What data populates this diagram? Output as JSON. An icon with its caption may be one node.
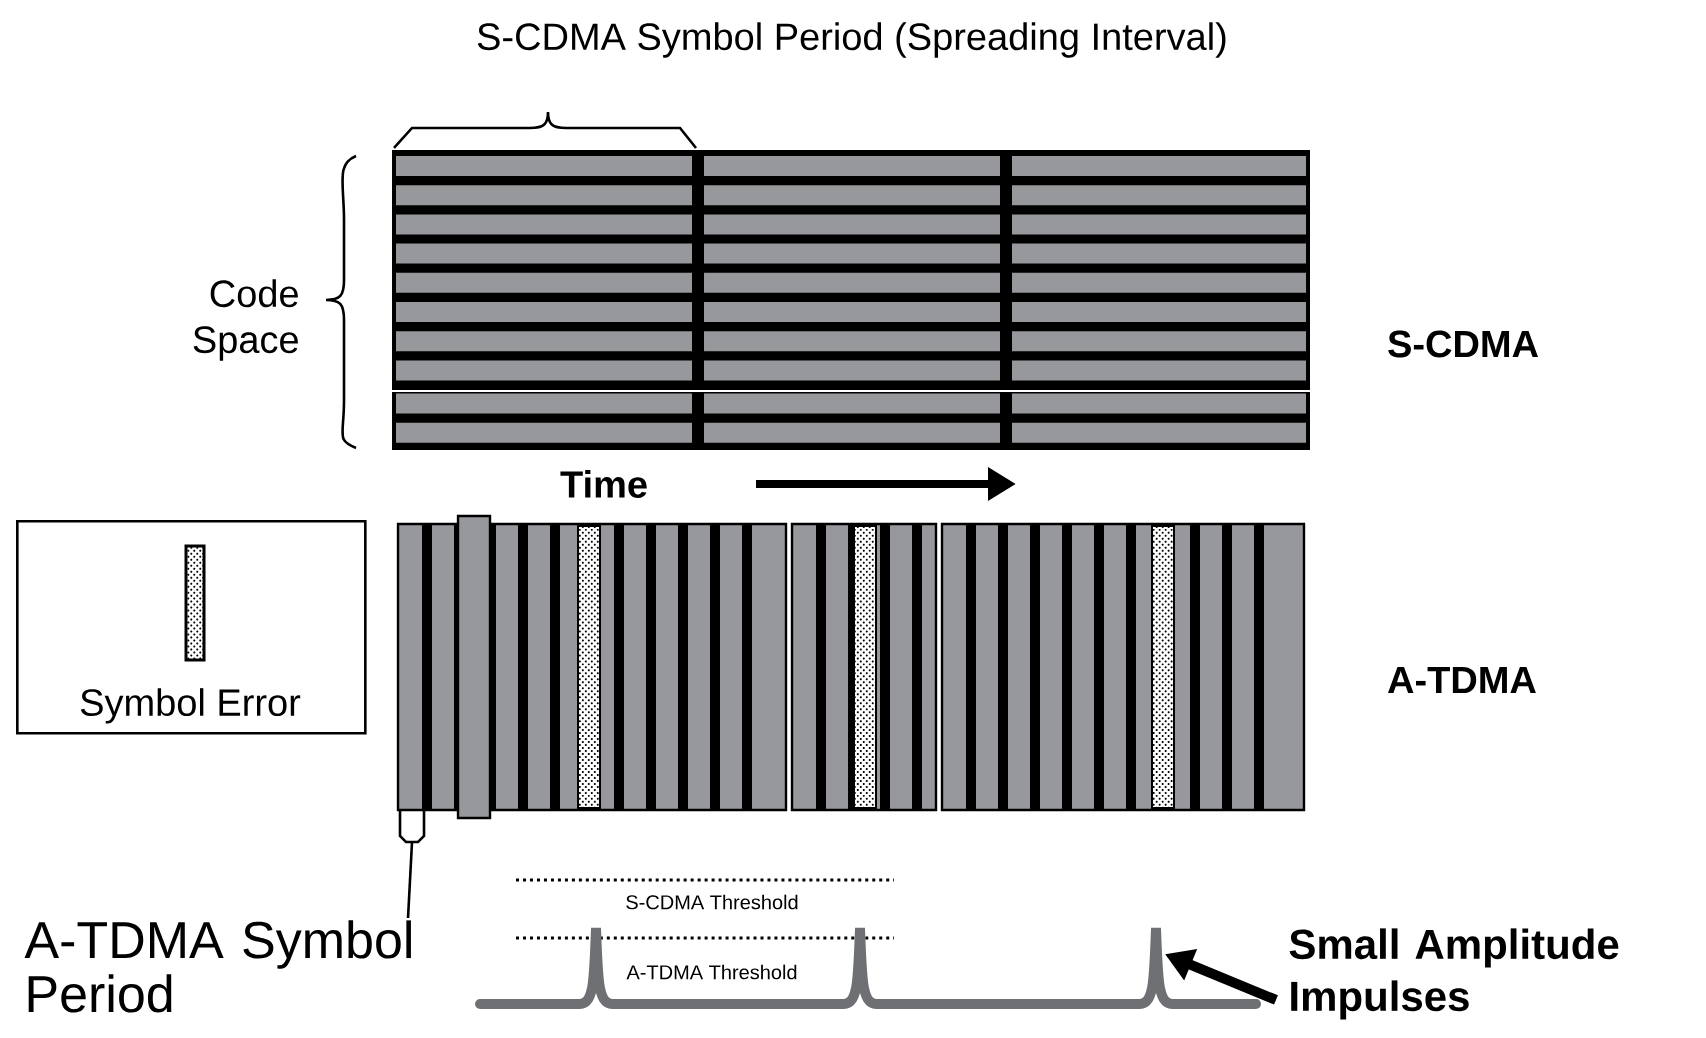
{
  "diagram": {
    "nodes": [
      {
        "text": [
          "Symbol Error"
        ]
      },
      {
        "text": [
          "A-TDMA Symbol Period"
        ]
      },
      {
        "text": [
          "Small Amplitude Impulses"
        ]
      },
      {
        "text": [],
        "shape": "picture"
      }
    ],
    "edges": [
      {
        "from": 2,
        "to": 3,
        "arrow": "to",
        "style": "thick"
      },
      {
        "from": 1,
        "to": null,
        "arrow": "none"
      }
    ],
    "labels": [
      "S-CDMA Symbol Period (Spreading Interval)",
      "Code Space",
      "S-CDMA",
      "Time",
      "A-TDMA",
      "S-CDMA Threshold",
      "A-TDMA Threshold"
    ]
  }
}
